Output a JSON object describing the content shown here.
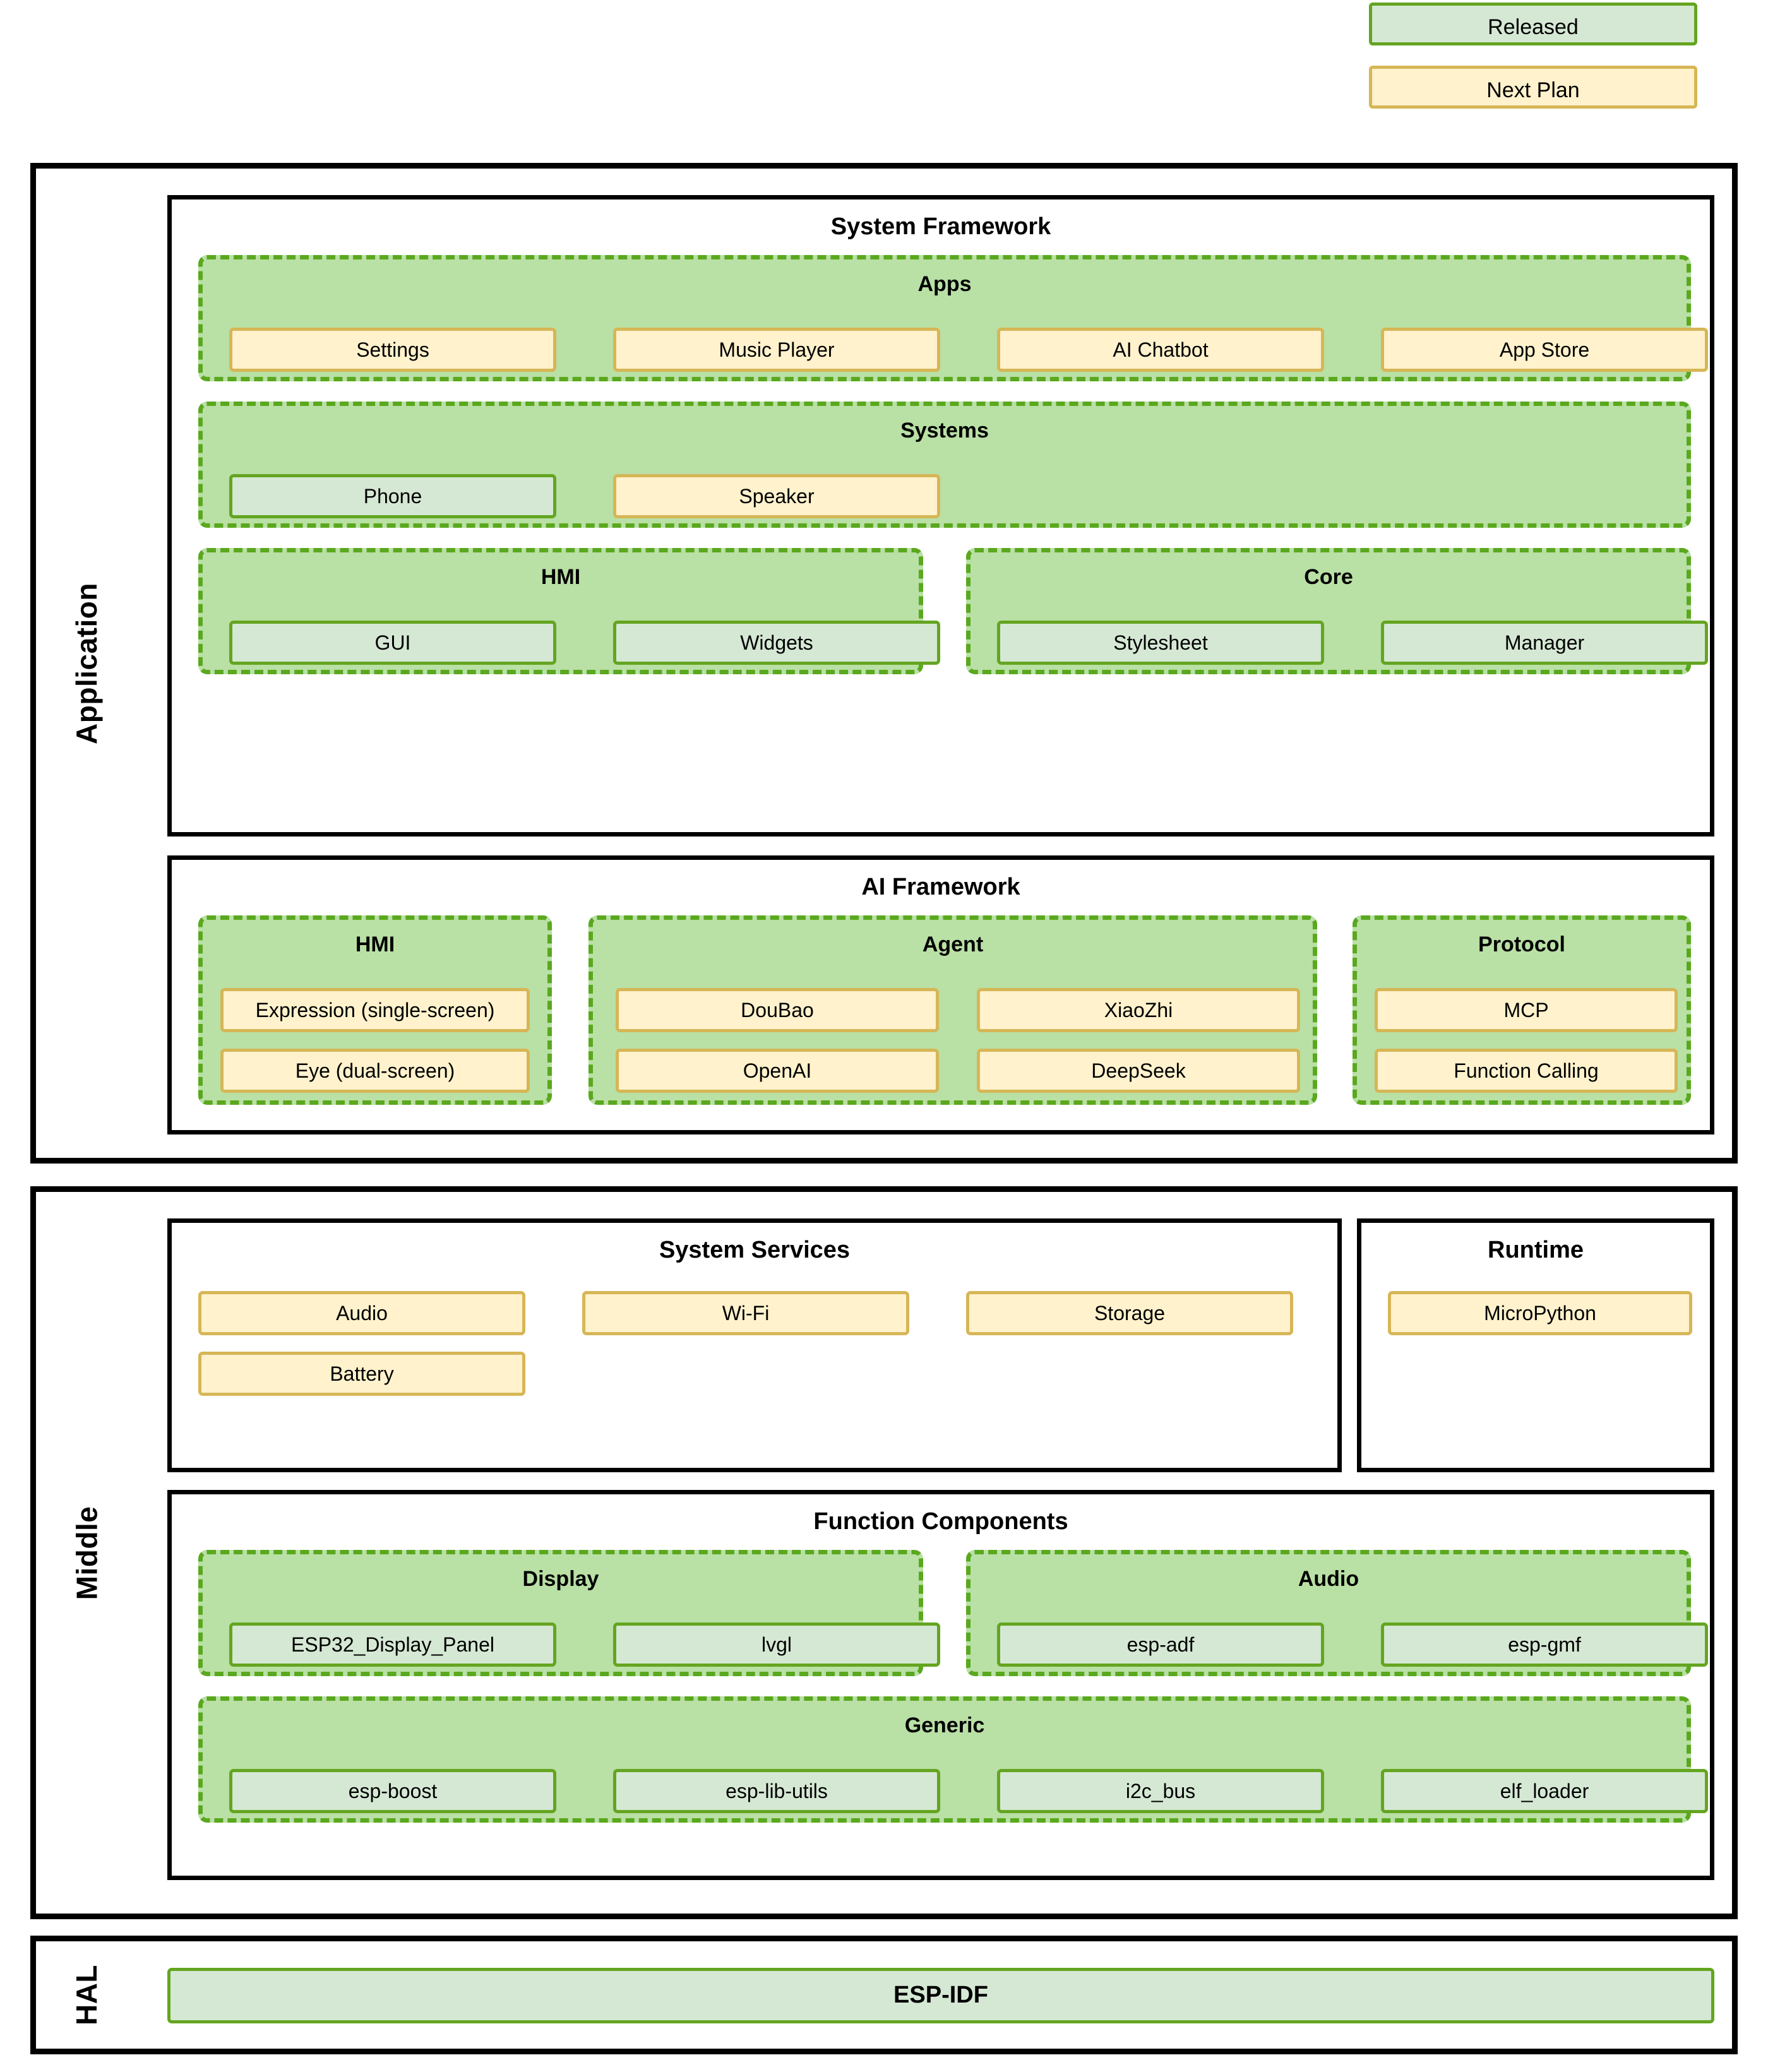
{
  "legend": {
    "released": "Released",
    "next_plan": "Next Plan",
    "colors": {
      "released_fill": "#d5e8d4",
      "released_border": "#64a520",
      "next_fill": "#fff2cc",
      "next_border": "#d6b656",
      "group_fill": "#b9e0a5",
      "group_border": "#5aa81e",
      "panel_border": "#000000"
    }
  },
  "layers": {
    "application": {
      "label": "Application"
    },
    "middle": {
      "label": "Middle"
    },
    "hal": {
      "label": "HAL"
    }
  },
  "system_framework": {
    "title": "System Framework",
    "apps": {
      "title": "Apps",
      "items": [
        {
          "label": "Settings",
          "status": "next"
        },
        {
          "label": "Music Player",
          "status": "next"
        },
        {
          "label": "AI Chatbot",
          "status": "next"
        },
        {
          "label": "App Store",
          "status": "next"
        }
      ]
    },
    "systems": {
      "title": "Systems",
      "items": [
        {
          "label": "Phone",
          "status": "released"
        },
        {
          "label": "Speaker",
          "status": "next"
        }
      ]
    },
    "hmi": {
      "title": "HMI",
      "items": [
        {
          "label": "GUI",
          "status": "released"
        },
        {
          "label": "Widgets",
          "status": "released"
        }
      ]
    },
    "core": {
      "title": "Core",
      "items": [
        {
          "label": "Stylesheet",
          "status": "released"
        },
        {
          "label": "Manager",
          "status": "released"
        }
      ]
    }
  },
  "ai_framework": {
    "title": "AI Framework",
    "hmi": {
      "title": "HMI",
      "items": [
        {
          "label": "Expression (single-screen)",
          "status": "next"
        },
        {
          "label": "Eye (dual-screen)",
          "status": "next"
        }
      ]
    },
    "agent": {
      "title": "Agent",
      "items": [
        {
          "label": "DouBao",
          "status": "next"
        },
        {
          "label": "XiaoZhi",
          "status": "next"
        },
        {
          "label": "OpenAI",
          "status": "next"
        },
        {
          "label": "DeepSeek",
          "status": "next"
        }
      ]
    },
    "protocol": {
      "title": "Protocol",
      "items": [
        {
          "label": "MCP",
          "status": "next"
        },
        {
          "label": "Function Calling",
          "status": "next"
        }
      ]
    }
  },
  "system_services": {
    "title": "System Services",
    "items": [
      {
        "label": "Audio",
        "status": "next"
      },
      {
        "label": "Wi-Fi",
        "status": "next"
      },
      {
        "label": "Storage",
        "status": "next"
      },
      {
        "label": "Battery",
        "status": "next"
      }
    ]
  },
  "runtime": {
    "title": "Runtime",
    "items": [
      {
        "label": "MicroPython",
        "status": "next"
      }
    ]
  },
  "function_components": {
    "title": "Function Components",
    "display": {
      "title": "Display",
      "items": [
        {
          "label": "ESP32_Display_Panel",
          "status": "released"
        },
        {
          "label": "lvgl",
          "status": "released"
        }
      ]
    },
    "audio": {
      "title": "Audio",
      "items": [
        {
          "label": "esp-adf",
          "status": "released"
        },
        {
          "label": "esp-gmf",
          "status": "released"
        }
      ]
    },
    "generic": {
      "title": "Generic",
      "items": [
        {
          "label": "esp-boost",
          "status": "released"
        },
        {
          "label": "esp-lib-utils",
          "status": "released"
        },
        {
          "label": "i2c_bus",
          "status": "released"
        },
        {
          "label": "elf_loader",
          "status": "released"
        }
      ]
    }
  },
  "hal": {
    "esp_idf": {
      "label": "ESP-IDF",
      "status": "released"
    }
  }
}
